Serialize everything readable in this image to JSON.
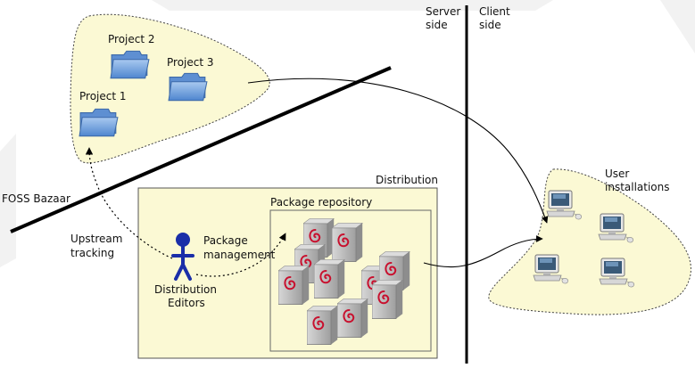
{
  "labels": {
    "project1": "Project 1",
    "project2": "Project 2",
    "project3": "Project 3",
    "foss_bazaar": "FOSS Bazaar",
    "server_side_1": "Server",
    "server_side_2": "side",
    "client_side_1": "Client",
    "client_side_2": "side",
    "distribution": "Distribution",
    "package_repository": "Package repository",
    "upstream_1": "Upstream",
    "upstream_2": "tracking",
    "package_mgmt_1": "Package",
    "package_mgmt_2": "management",
    "editors_1": "Distribution",
    "editors_2": "Editors",
    "user_1": "User",
    "user_2": "installations"
  },
  "colors": {
    "region_fill": "#fbf9d4",
    "folder": "#6f9fd8",
    "person": "#1a2ea8",
    "server_body": "#b9b9b9",
    "debian_swirl": "#c8102e"
  },
  "icons": {
    "folder": "folder-icon",
    "server": "debian-server-icon",
    "computer": "computer-icon",
    "person": "person-icon"
  }
}
